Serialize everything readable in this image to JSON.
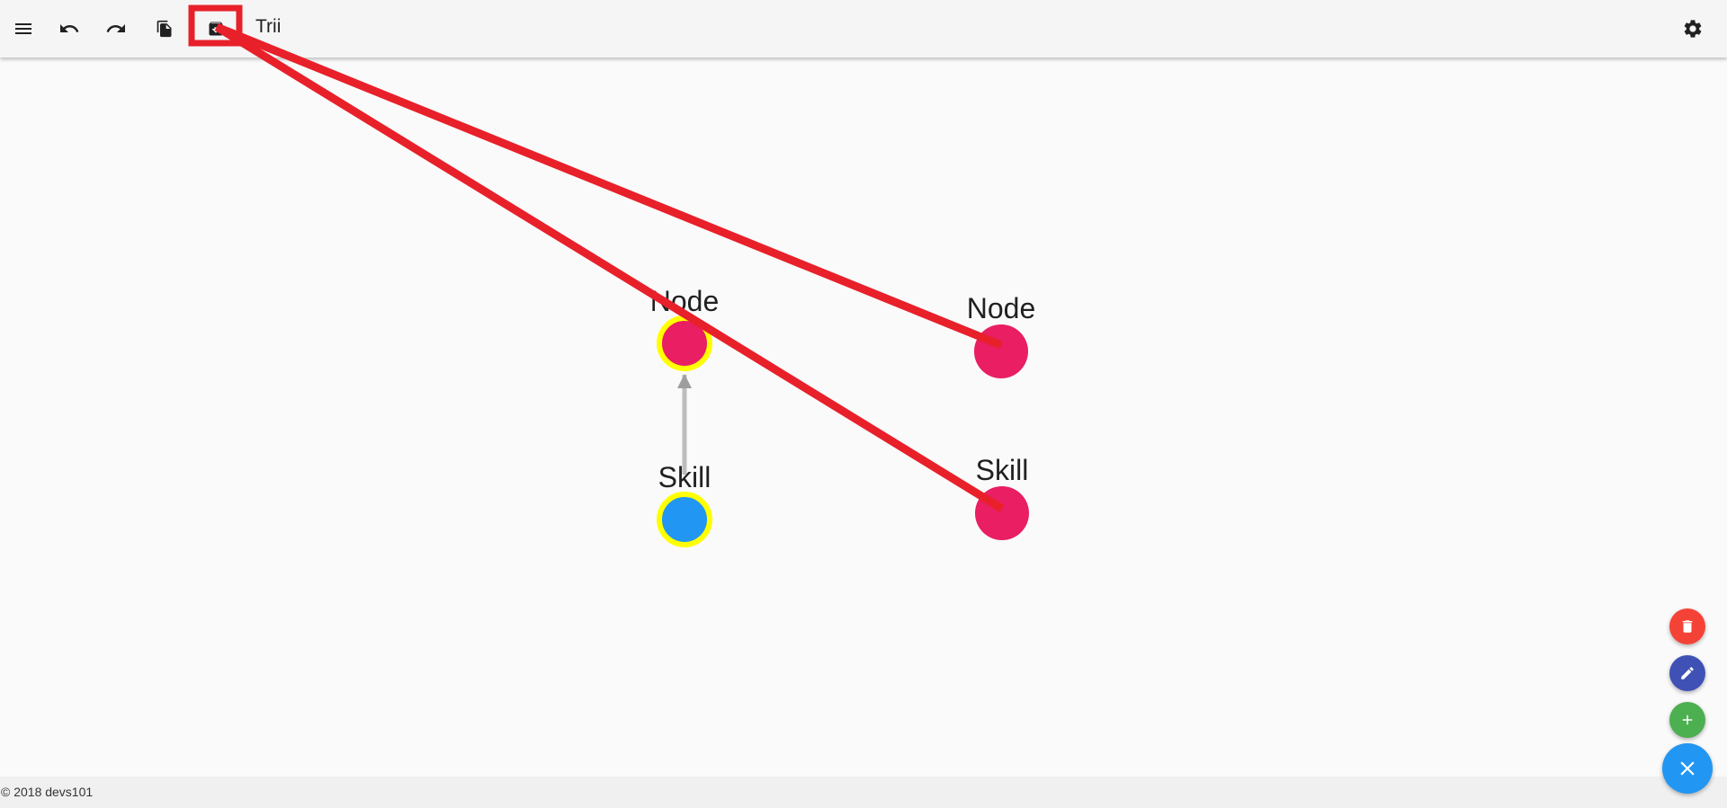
{
  "app": {
    "title": "Trii"
  },
  "toolbar": {
    "buttons": [
      {
        "name": "menu-icon"
      },
      {
        "name": "undo-icon"
      },
      {
        "name": "redo-icon"
      },
      {
        "name": "copy-icon"
      },
      {
        "name": "archive-icon"
      }
    ],
    "settings": {
      "name": "gear-icon"
    }
  },
  "graph": {
    "nodes": [
      {
        "label": "Node",
        "color": "#e91e63",
        "highlight": "#ffff00",
        "selected": true
      },
      {
        "label": "Node",
        "color": "#e91e63",
        "selected": false
      },
      {
        "label": "Skill",
        "color": "#2196f3",
        "highlight": "#ffff00",
        "selected": true
      },
      {
        "label": "Skill",
        "color": "#e91e63",
        "selected": false
      }
    ],
    "edge_color": "#bdbdbd",
    "annotation_color": "#e8202a"
  },
  "fab": {
    "delete": {
      "name": "trash-icon",
      "color": "#f44336"
    },
    "edit": {
      "name": "pencil-icon",
      "color": "#3f51b5"
    },
    "add": {
      "name": "plus-icon",
      "color": "#4caf50"
    },
    "close": {
      "name": "close-icon",
      "color": "#2196f3"
    }
  },
  "footer": {
    "text": "© 2018 devs101"
  }
}
